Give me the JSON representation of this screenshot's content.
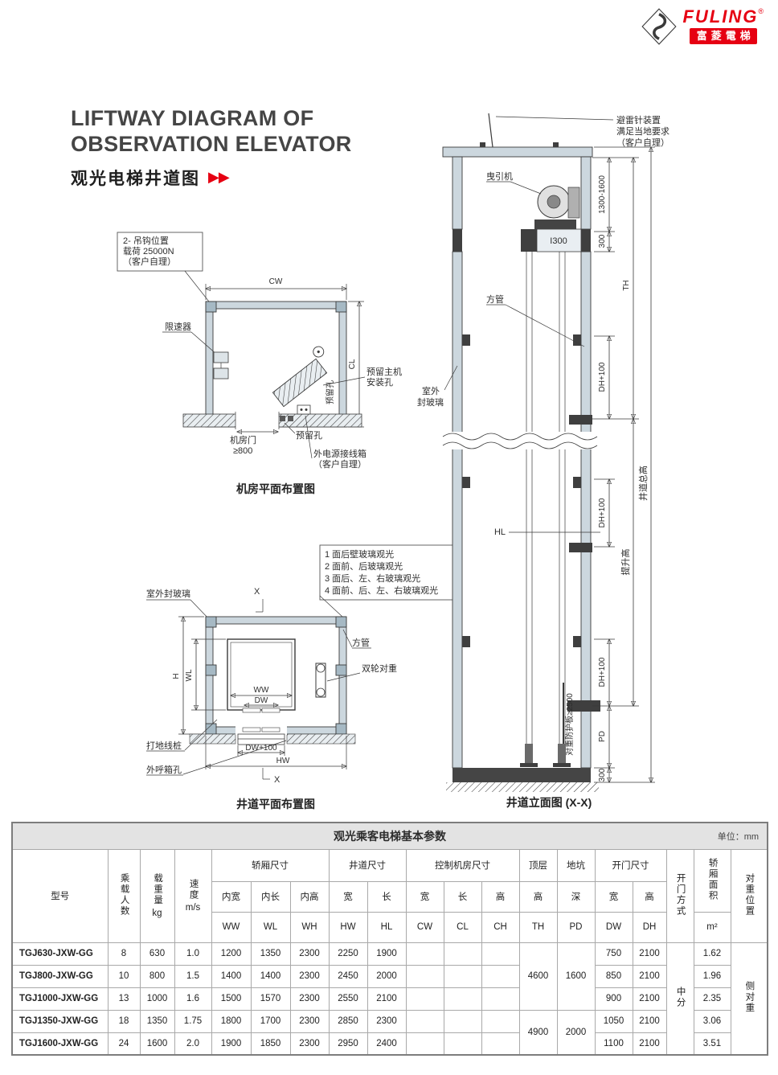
{
  "logo": {
    "name": "FULING",
    "reg": "®",
    "cn": "富菱電梯"
  },
  "title": {
    "line1": "LIFTWAY DIAGRAM OF",
    "line2": "OBSERVATION ELEVATOR",
    "subtitle": "观光电梯井道图",
    "arrows": "▶▶"
  },
  "machine_room": {
    "hook_note": {
      "l1": "2- 吊钩位置",
      "l2": "载荷 25000N",
      "l3": "（客户自理）"
    },
    "dim_cw": "CW",
    "dim_cl": "CL",
    "governor": "限速器",
    "reserved_main_l1": "预留主机",
    "reserved_main_l2": "安装孔",
    "reserved_hole_side": "预留孔",
    "reserved_hole_bottom": "预留孔",
    "door_l1": "机房门",
    "door_l2": "≥800",
    "power_l1": "外电源接线箱",
    "power_l2": "（客户自理）",
    "caption": "机房平面布置图"
  },
  "plan": {
    "glass": "室外封玻璃",
    "note": {
      "l1": "1 面后壁玻璃观光",
      "l2": "2 面前、后玻璃观光",
      "l3": "3 面后、左、右玻璃观光",
      "l4": "4 面前、后、左、右玻璃观光"
    },
    "x_top": "X",
    "x_bottom": "X",
    "square_tube": "方管",
    "counterweight": "双轮对重",
    "dim_h": "H",
    "dim_wl": "WL",
    "dim_ww": "WW",
    "dim_dw": "DW",
    "dim_dw100": "DW+100",
    "dim_hw": "HW",
    "ground_stake": "打地线桩",
    "call_box": "外呼箱孔",
    "caption": "井道平面布置图"
  },
  "elevation": {
    "lightning": {
      "l1": "避雷针装置",
      "l2": "满足当地要求",
      "l3": "（客户自理）"
    },
    "traction": "曳引机",
    "beam": "I300",
    "dim_top": "1300-1600",
    "dim_300_top": "300",
    "dim_th": "TH",
    "square_tube": "方管",
    "glass_l1": "室外",
    "glass_l2": "封玻璃",
    "dim_dh100": "DH+100",
    "dim_hl": "HL",
    "total_height": "井道总高",
    "travel_height": "提升高",
    "guard": "对重防护板≥2500",
    "dim_pd": "PD",
    "dim_300_bottom": "300",
    "caption": "井道立面图 (X-X)"
  },
  "table": {
    "title": "观光乘客电梯基本参数",
    "unit": "单位：mm",
    "headers": {
      "model": "型号",
      "passengers": "乘载人数",
      "load": "载重量",
      "load_unit": "kg",
      "speed": "速度",
      "speed_unit": "m/s",
      "car_size": "轿厢尺寸",
      "shaft_size": "井道尺寸",
      "machine_size": "控制机房尺寸",
      "top_floor": "顶层",
      "pit": "地坑",
      "door_size": "开门尺寸",
      "inner_w": "内宽",
      "inner_l": "内长",
      "inner_h": "内高",
      "w1": "宽",
      "l1": "长",
      "w2": "宽",
      "l2": "长",
      "h2": "高",
      "h3": "高",
      "d3": "深",
      "w4": "宽",
      "h4": "高",
      "ww": "WW",
      "wl": "WL",
      "wh": "WH",
      "hw": "HW",
      "hl": "HL",
      "cw": "CW",
      "cl": "CL",
      "ch": "CH",
      "th": "TH",
      "pd": "PD",
      "dw": "DW",
      "dh": "DH",
      "door_method": "开门方式",
      "car_area": "轿厢面积",
      "area_unit": "m²",
      "cw_pos": "对重位置"
    },
    "merged": {
      "th_a": "4600",
      "pd_a": "1600",
      "th_b": "4900",
      "pd_b": "2000",
      "door_method": "中分",
      "cw_pos": "侧对重"
    },
    "rows": [
      {
        "model": "TGJ630-JXW-GG",
        "p": "8",
        "load": "630",
        "speed": "1.0",
        "ww": "1200",
        "wl": "1350",
        "wh": "2300",
        "hw": "2250",
        "hl": "1900",
        "dw": "750",
        "dh": "2100",
        "area": "1.62"
      },
      {
        "model": "TGJ800-JXW-GG",
        "p": "10",
        "load": "800",
        "speed": "1.5",
        "ww": "1400",
        "wl": "1400",
        "wh": "2300",
        "hw": "2450",
        "hl": "2000",
        "dw": "850",
        "dh": "2100",
        "area": "1.96"
      },
      {
        "model": "TGJ1000-JXW-GG",
        "p": "13",
        "load": "1000",
        "speed": "1.6",
        "ww": "1500",
        "wl": "1570",
        "wh": "2300",
        "hw": "2550",
        "hl": "2100",
        "dw": "900",
        "dh": "2100",
        "area": "2.35"
      },
      {
        "model": "TGJ1350-JXW-GG",
        "p": "18",
        "load": "1350",
        "speed": "1.75",
        "ww": "1800",
        "wl": "1700",
        "wh": "2300",
        "hw": "2850",
        "hl": "2300",
        "dw": "1050",
        "dh": "2100",
        "area": "3.06"
      },
      {
        "model": "TGJ1600-JXW-GG",
        "p": "24",
        "load": "1600",
        "speed": "2.0",
        "ww": "1900",
        "wl": "1850",
        "wh": "2300",
        "hw": "2950",
        "hl": "2400",
        "dw": "1100",
        "dh": "2100",
        "area": "3.51"
      }
    ]
  }
}
